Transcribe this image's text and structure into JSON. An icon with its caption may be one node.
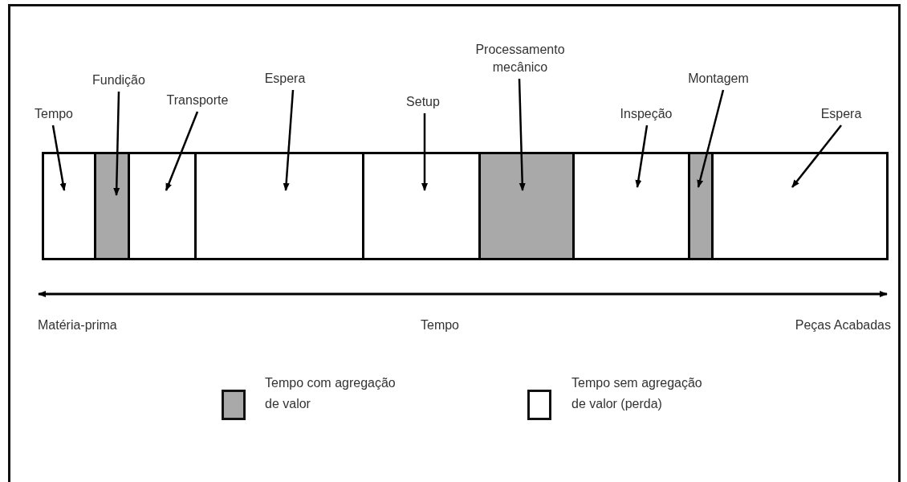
{
  "diagram": {
    "nodes": [
      {
        "text": [
          "Tempo"
        ]
      },
      {
        "text": [
          "Fundição"
        ]
      },
      {
        "text": [
          "Transporte"
        ]
      },
      {
        "text": [
          "Espera"
        ]
      },
      {
        "text": [
          "Setup"
        ]
      },
      {
        "text": [
          "Processamento mecânico"
        ]
      },
      {
        "text": [
          "Inspeção"
        ]
      },
      {
        "text": [
          "Montagem"
        ]
      },
      {
        "text": [
          "Espera"
        ]
      },
      {
        "text": [],
        "shape": "box"
      },
      {
        "text": [],
        "shape": "box"
      },
      {
        "text": [],
        "shape": "box"
      },
      {
        "text": [],
        "shape": "box"
      },
      {
        "text": [],
        "shape": "box"
      },
      {
        "text": [],
        "shape": "box"
      },
      {
        "text": [],
        "shape": "box"
      },
      {
        "text": [],
        "shape": "box"
      },
      {
        "text": [],
        "shape": "box"
      }
    ],
    "edges": [
      {
        "from": 0,
        "to": 9,
        "arrow": "to"
      },
      {
        "from": 1,
        "to": 10,
        "arrow": "to"
      },
      {
        "from": 2,
        "to": 11,
        "arrow": "to"
      },
      {
        "from": 3,
        "to": 12,
        "arrow": "to"
      },
      {
        "from": 4,
        "to": 13,
        "arrow": "to"
      },
      {
        "from": 5,
        "to": 14,
        "arrow": "to"
      },
      {
        "from": 6,
        "to": 15,
        "arrow": "to"
      },
      {
        "from": 7,
        "to": 16,
        "arrow": "to"
      },
      {
        "from": 8,
        "to": 17,
        "arrow": "to"
      }
    ],
    "labels": [
      "Matéria-prima",
      "Tempo",
      "Peças Acabadas"
    ],
    "legend": [
      {
        "text": "Tempo com agregação de valor",
        "color": "#a9a9a9"
      },
      {
        "text": "Tempo sem agregação de valor (perda)",
        "color": "#ffffff"
      }
    ]
  }
}
